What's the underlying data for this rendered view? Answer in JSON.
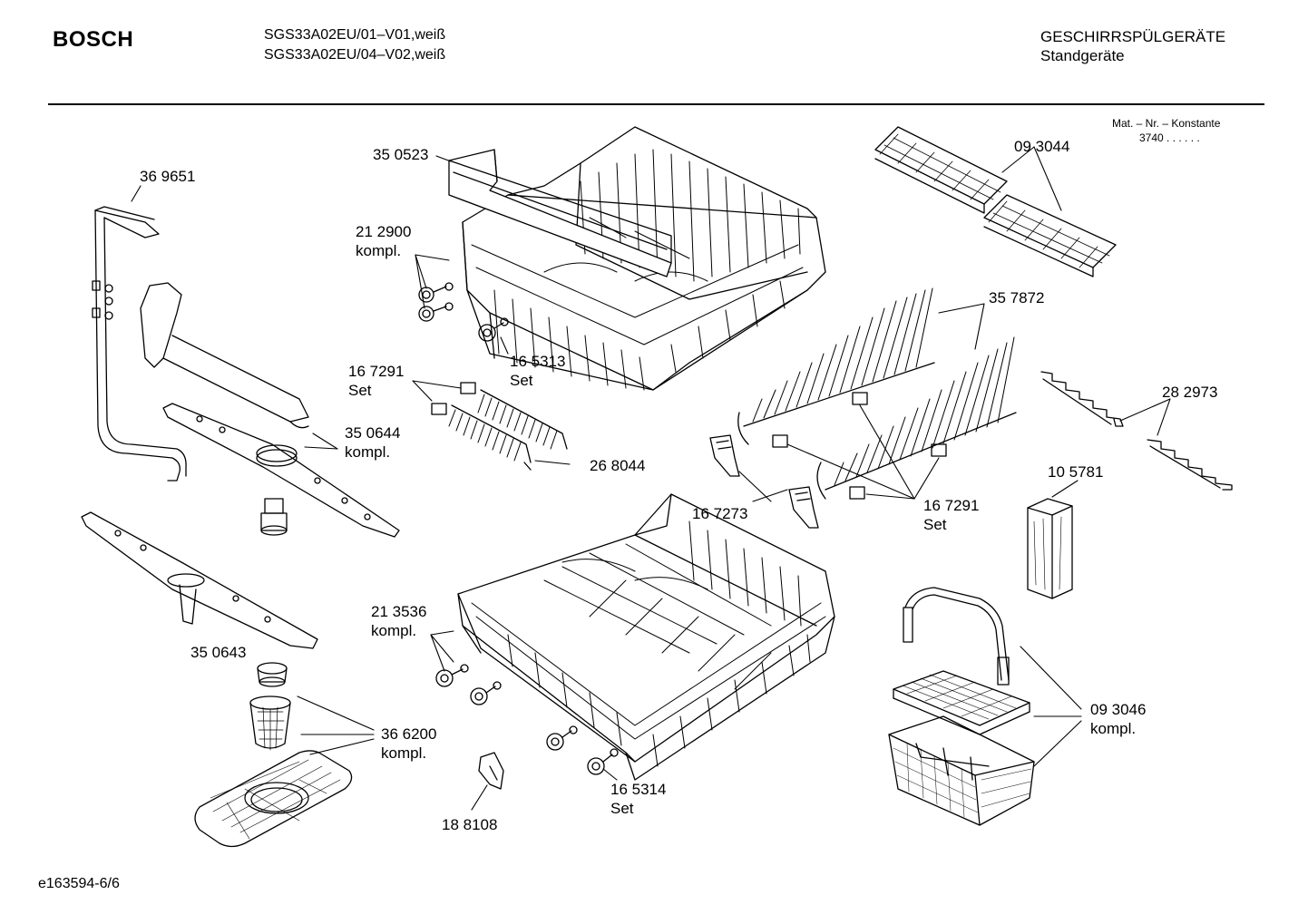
{
  "header": {
    "brand": "BOSCH",
    "model_lines": [
      "SGS33A02EU/01–V01,weiß",
      "SGS33A02EU/04–V02,weiß"
    ],
    "category": "GESCHIRRSPÜLGERÄTE",
    "subcategory": "Standgeräte",
    "mat_line1": "Mat. – Nr. – Konstante",
    "mat_line2": "3740 . . . . . ."
  },
  "parts": [
    {
      "id": "p350523",
      "number": "35 0523"
    },
    {
      "id": "p369651",
      "number": "36 9651"
    },
    {
      "id": "p212900",
      "number": "21 2900",
      "note": "kompl."
    },
    {
      "id": "p165313",
      "number": "16 5313",
      "note": "Set"
    },
    {
      "id": "p167291a",
      "number": "16 7291",
      "note": "Set"
    },
    {
      "id": "p268044",
      "number": "26 8044"
    },
    {
      "id": "p350644",
      "number": "35 0644",
      "note": "kompl."
    },
    {
      "id": "p350643",
      "number": "35 0643"
    },
    {
      "id": "p213536",
      "number": "21 3536",
      "note": "kompl."
    },
    {
      "id": "p366200",
      "number": "36 6200",
      "note": "kompl."
    },
    {
      "id": "p188108",
      "number": "18 8108"
    },
    {
      "id": "p165314",
      "number": "16 5314",
      "note": "Set"
    },
    {
      "id": "p093044",
      "number": "09 3044"
    },
    {
      "id": "p357872",
      "number": "35 7872"
    },
    {
      "id": "p282973",
      "number": "28 2973"
    },
    {
      "id": "p167273",
      "number": "16 7273"
    },
    {
      "id": "p167291b",
      "number": "16 7291",
      "note": "Set"
    },
    {
      "id": "p105781",
      "number": "10 5781"
    },
    {
      "id": "p093046",
      "number": "09 3046",
      "note": "kompl."
    }
  ],
  "footer": {
    "code": "e163594-6/6"
  }
}
